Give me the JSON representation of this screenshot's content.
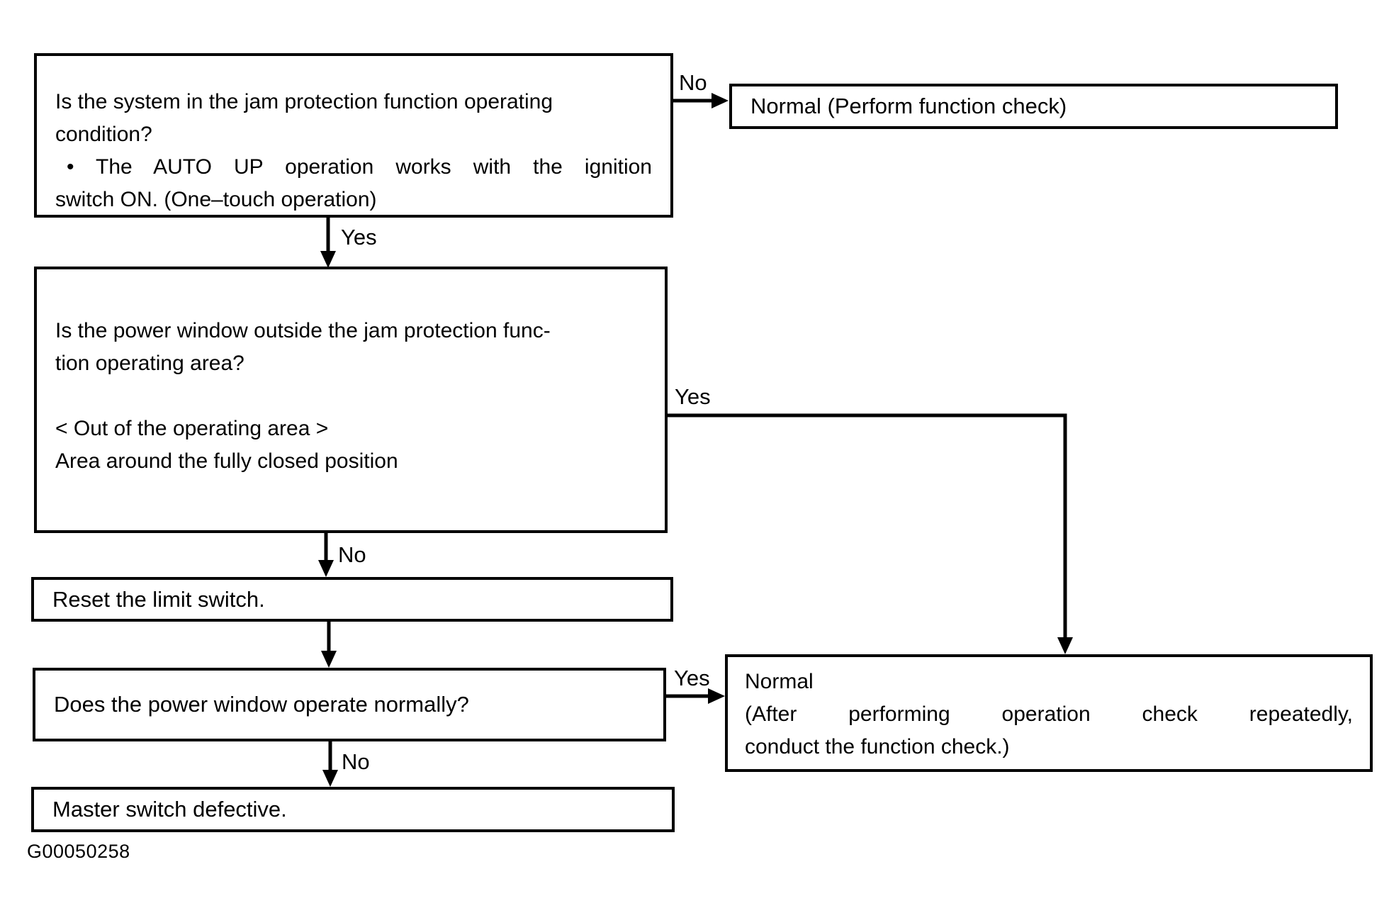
{
  "figure": {
    "background": "#ffffff",
    "ink": "#000000",
    "caption": "G00050258",
    "boxes": {
      "q1": {
        "lines": [
          "Is the system in the jam protection function operating",
          "condition?",
          "• The AUTO UP operation works with the ignition",
          "switch ON. (One–touch operation)"
        ]
      },
      "n1": {
        "lines": [
          "Normal (Perform function check)"
        ]
      },
      "q2": {
        "lines": [
          "Is the power window outside the jam protection func-",
          "tion operating area?",
          "",
          "< Out of the operating area >",
          "Area around the fully closed position"
        ]
      },
      "a1": {
        "lines": [
          "Reset the limit switch."
        ]
      },
      "q3": {
        "lines": [
          "Does the power window operate normally?"
        ]
      },
      "n2": {
        "lines": [
          "Normal",
          "(After performing operation check repeatedly,",
          "conduct the function check.)"
        ]
      },
      "a2": {
        "lines": [
          "Master switch defective."
        ]
      }
    },
    "connectors": [
      {
        "from": "q1",
        "to": "n1",
        "label": "No"
      },
      {
        "from": "q1",
        "to": "q2",
        "label": "Yes"
      },
      {
        "from": "q2",
        "to": "n2",
        "label": "Yes"
      },
      {
        "from": "q2",
        "to": "a1",
        "label": "No"
      },
      {
        "from": "a1",
        "to": "q3",
        "label": ""
      },
      {
        "from": "q3",
        "to": "n2",
        "label": "Yes"
      },
      {
        "from": "q3",
        "to": "a2",
        "label": "No"
      }
    ]
  }
}
